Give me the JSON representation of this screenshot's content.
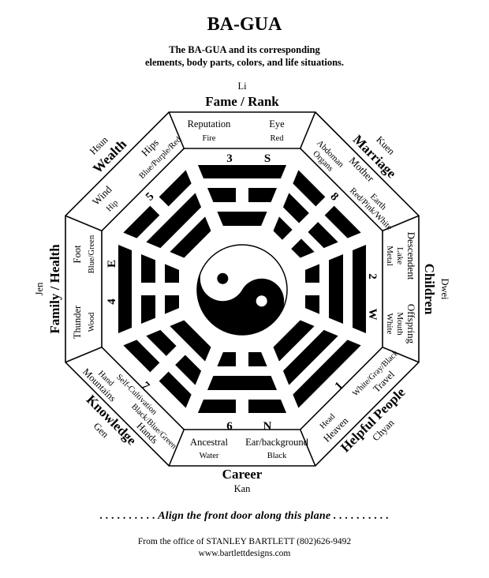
{
  "header": {
    "title": "BA-GUA",
    "subtitle_line1": "The BA-GUA and its corresponding",
    "subtitle_line2": "elements, body parts, colors, and life situations."
  },
  "sectors": [
    {
      "name": "Fame / Rank",
      "pinyin": "Li",
      "number": "3",
      "direction": "S",
      "rows": [
        [
          "Reputation",
          "Eye"
        ],
        [
          "Fire",
          "Red"
        ]
      ],
      "trigram": [
        1,
        0,
        1
      ]
    },
    {
      "name": "Marriage",
      "pinyin": "Kuen",
      "number": "8",
      "direction": "",
      "rows": [
        [
          "Mother"
        ],
        [
          "Abdoman",
          "Earth"
        ],
        [
          "Organs",
          "Red/Pink/White"
        ]
      ],
      "trigram": [
        0,
        0,
        0
      ]
    },
    {
      "name": "Children",
      "pinyin": "Dwei",
      "number": "2",
      "direction": "W",
      "rows": [
        [
          "Descendent",
          "Offspring"
        ],
        [
          "Lake",
          "Mouth"
        ],
        [
          "Metal",
          "White"
        ]
      ],
      "trigram": [
        1,
        1,
        0
      ]
    },
    {
      "name": "Helpful People",
      "pinyin": "Chyan",
      "number": "1",
      "direction": "",
      "rows": [
        [
          "Head",
          "White/Gray/Black"
        ],
        [
          "Heaven",
          "Travel"
        ]
      ],
      "trigram": [
        1,
        1,
        1
      ]
    },
    {
      "name": "Career",
      "pinyin": "Kan",
      "number": "6",
      "direction": "N",
      "rows": [
        [
          "Ancestral",
          "Ear/background"
        ],
        [
          "Water",
          "Black"
        ]
      ],
      "trigram": [
        0,
        1,
        0
      ]
    },
    {
      "name": "Knowledge",
      "pinyin": "Gen",
      "number": "7",
      "direction": "",
      "rows": [
        [
          "Self-Cultivation"
        ],
        [
          "Hand",
          "Black/Blue/Green"
        ],
        [
          "Mountains",
          "Hands"
        ]
      ],
      "trigram": [
        0,
        0,
        1
      ]
    },
    {
      "name": "Family / Health",
      "pinyin": "Jen",
      "number": "4",
      "direction": "E",
      "rows": [
        [
          "Thunder",
          "Foot"
        ],
        [
          "Wood",
          "Blue/Green"
        ]
      ],
      "trigram": [
        1,
        0,
        0
      ]
    },
    {
      "name": "Wealth",
      "pinyin": "Hsun",
      "number": "5",
      "direction": "",
      "rows": [
        [
          "Wind",
          "Hips"
        ],
        [
          "Hip",
          "Blue/Purple/Red"
        ]
      ],
      "trigram": [
        0,
        1,
        1
      ]
    }
  ],
  "footer": {
    "door_note": ". . . . . . . . . .  Align the front door along this plane . . . . . . . . . .",
    "office": "From the office of STANLEY BARTLETT  (802)626-9492",
    "website": "www.bartlettdesigns.com"
  }
}
